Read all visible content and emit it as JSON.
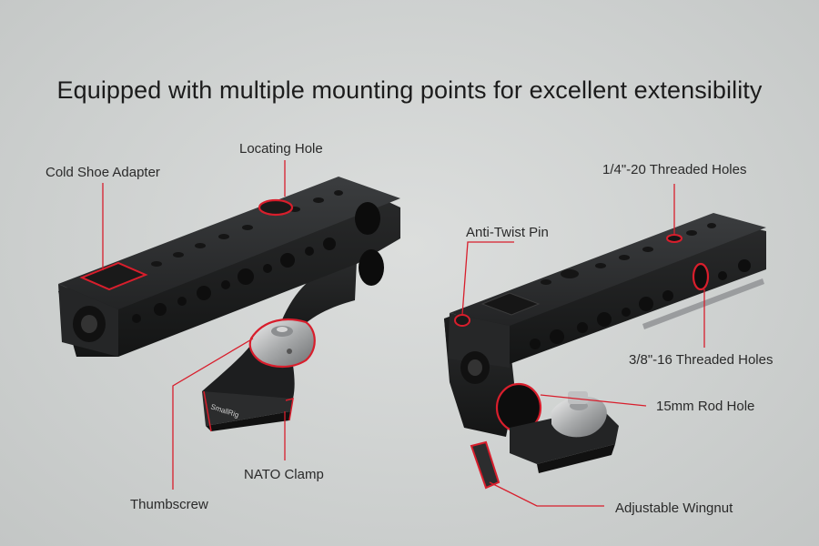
{
  "headline": "Equipped with multiple mounting points for excellent extensibility",
  "brand_mark": "SmallRig",
  "callouts": {
    "cold_shoe_adapter": "Cold Shoe Adapter",
    "locating_hole": "Locating Hole",
    "thumbscrew": "Thumbscrew",
    "nato_clamp": "NATO Clamp",
    "threaded_holes_quarter": "1/4\"-20 Threaded Holes",
    "anti_twist_pin": "Anti-Twist Pin",
    "threaded_holes_three_eighths": "3/8\"-16 Threaded Holes",
    "rod_hole": "15mm Rod Hole",
    "adjustable_wingnut": "Adjustable Wingnut"
  },
  "colors": {
    "background": "#cfd1d0",
    "highlight": "#d81e2c",
    "metal": "#1f2021",
    "text": "#2a2a2a"
  }
}
